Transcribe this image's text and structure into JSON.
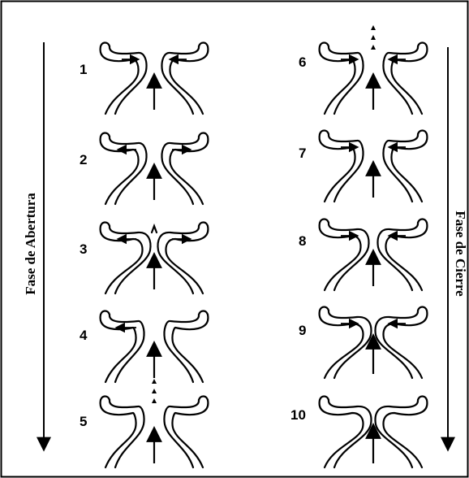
{
  "phases": {
    "opening_label": "Fase de Abertura",
    "closing_label": "Fase de Cierre"
  },
  "stages": [
    {
      "num": "1",
      "lip_arrows": "inward",
      "pos": "open-flat",
      "puffs": false
    },
    {
      "num": "2",
      "lip_arrows": "outward",
      "pos": "open-flat",
      "puffs": false
    },
    {
      "num": "3",
      "lip_arrows": "outward",
      "pos": "peaked",
      "puffs": false
    },
    {
      "num": "4",
      "lip_arrows": "outward-left",
      "pos": "gap",
      "puffs": false
    },
    {
      "num": "5",
      "lip_arrows": "none",
      "pos": "gap",
      "puffs": true
    },
    {
      "num": "6",
      "lip_arrows": "inward",
      "pos": "gap",
      "puffs": true
    },
    {
      "num": "7",
      "lip_arrows": "inward",
      "pos": "gap",
      "puffs": false
    },
    {
      "num": "8",
      "lip_arrows": "inward",
      "pos": "near-closed",
      "puffs": false
    },
    {
      "num": "9",
      "lip_arrows": "inward",
      "pos": "closed",
      "puffs": false
    },
    {
      "num": "10",
      "lip_arrows": "none",
      "pos": "closed",
      "puffs": false
    }
  ]
}
